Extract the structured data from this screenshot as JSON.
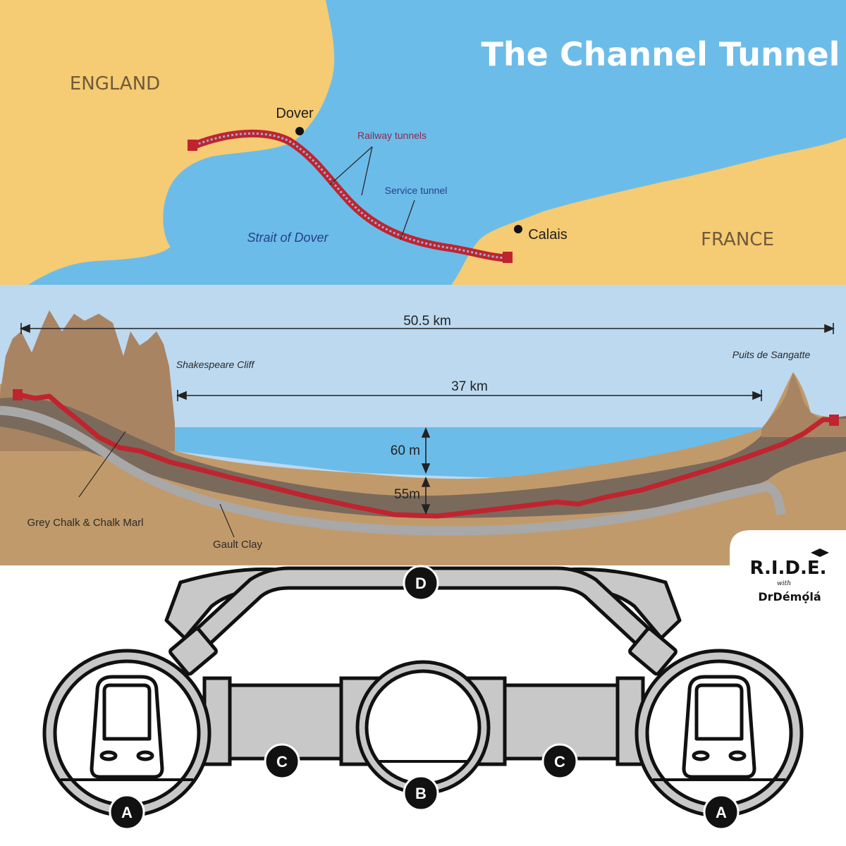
{
  "title": "The Channel Tunnel",
  "map": {
    "england": "ENGLAND",
    "france": "FRANCE",
    "dover": "Dover",
    "calais": "Calais",
    "railway_tunnels": "Railway tunnels",
    "service_tunnel": "Service tunnel",
    "strait": "Strait of Dover",
    "colors": {
      "land": "#f5cb73",
      "sea": "#6cbce9",
      "tunnel": "#c0242f"
    }
  },
  "profile": {
    "total_length": "50.5 km",
    "undersea_length": "37 km",
    "sea_depth": "60 m",
    "rock_depth": "55m",
    "shakespeare_cliff": "Shakespeare Cliff",
    "puits_de_sangatte": "Puits de Sangatte",
    "grey_chalk": "Grey Chalk & Chalk Marl",
    "gault_clay": "Gault Clay"
  },
  "cross_section": {
    "labels": {
      "a": "A",
      "b": "B",
      "c": "C",
      "d": "D"
    }
  },
  "logo": {
    "main": "R.I.D.E.",
    "with": "with",
    "sub": "DrDémọ́lá"
  }
}
